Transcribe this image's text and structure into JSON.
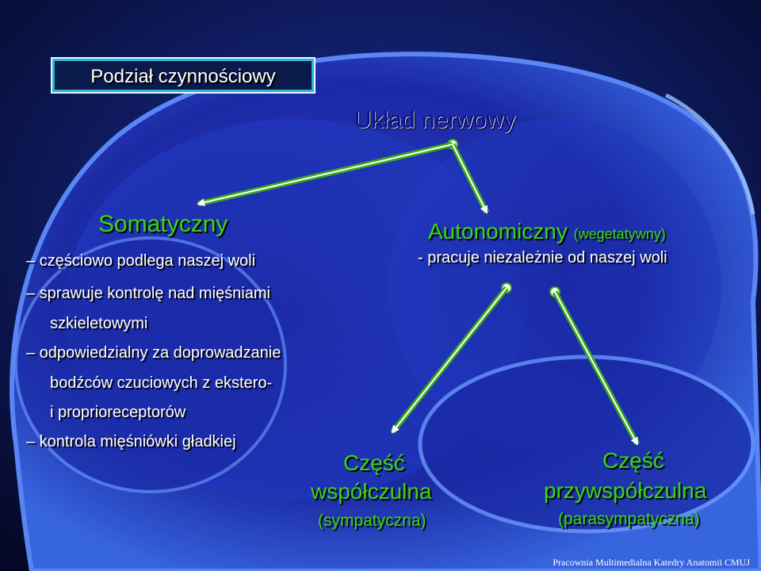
{
  "title_box": {
    "text": "Podział czynnościowy"
  },
  "main_heading": "Układ nerwowy",
  "somatic": {
    "heading": "Somatyczny",
    "lines": [
      "– częściowo podlega naszej woli",
      "– sprawuje kontrolę nad mięśniami",
      "szkieletowymi",
      "– odpowiedzialny za doprowadzanie",
      "bodźców czuciowych z ekstero-",
      "i proprioreceptorów",
      "– kontrola mięśniówki gładkiej"
    ]
  },
  "autonomic": {
    "heading": "Autonomiczny",
    "heading_sub": "(wegetatywny)",
    "line": "- pracuje niezależnie od naszej woli"
  },
  "sympathetic": {
    "line1": "Część",
    "line2": "współczulna",
    "line3": "(sympatyczna)"
  },
  "parasympathetic": {
    "line1": "Część",
    "line2": "przywspółczulna",
    "line3": "(parasympatyczna)"
  },
  "footer": "Pracownia Multimedialna Katedry Anatomii CMUJ",
  "colors": {
    "heading_green": "#3ad414",
    "arrow_green": "#3aa81a",
    "text_white": "#ffffff",
    "main_heading_blue": "#0a0f8a",
    "frame_cyan": "#2ab7d8"
  }
}
